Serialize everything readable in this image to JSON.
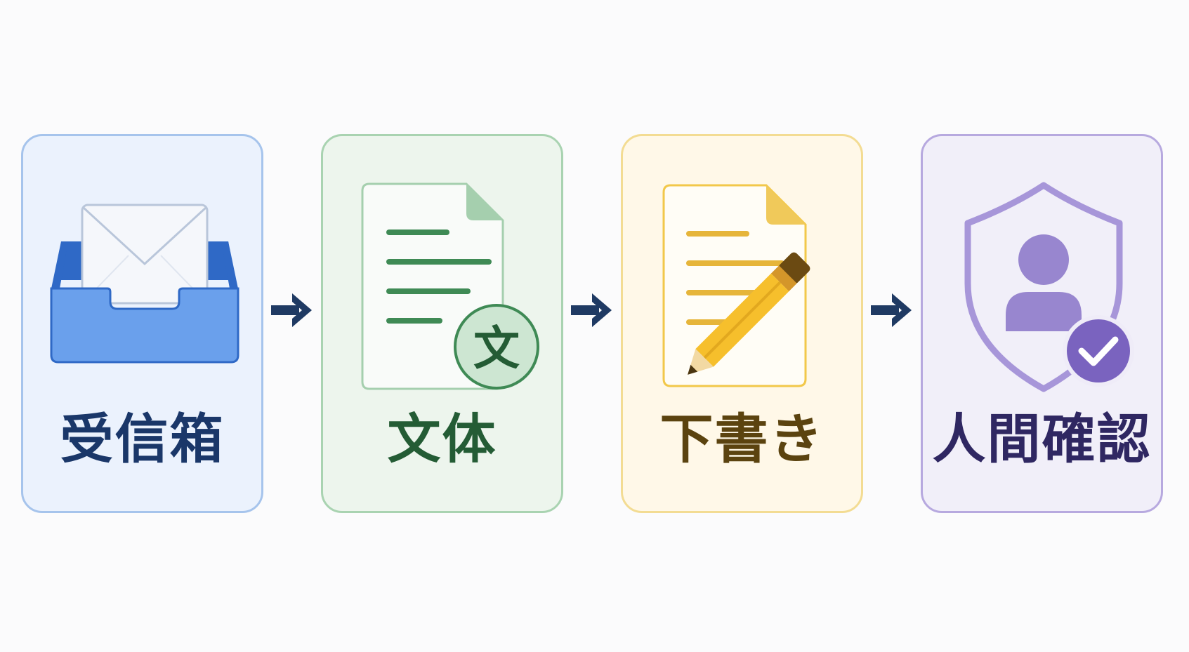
{
  "steps": [
    {
      "label": "受信箱"
    },
    {
      "label": "文体"
    },
    {
      "label": "下書き"
    },
    {
      "label": "人間確認"
    }
  ],
  "style_badge": {
    "glyph": "文"
  },
  "colors": {
    "inbox": "#3e7bd6",
    "style": "#3f8a55",
    "draft": "#f2bd2a",
    "review": "#7a63bf",
    "arrow": "#1f3a63"
  },
  "icons": [
    "inbox-tray-icon",
    "document-translate-icon",
    "document-pencil-icon",
    "shield-user-check-icon"
  ]
}
